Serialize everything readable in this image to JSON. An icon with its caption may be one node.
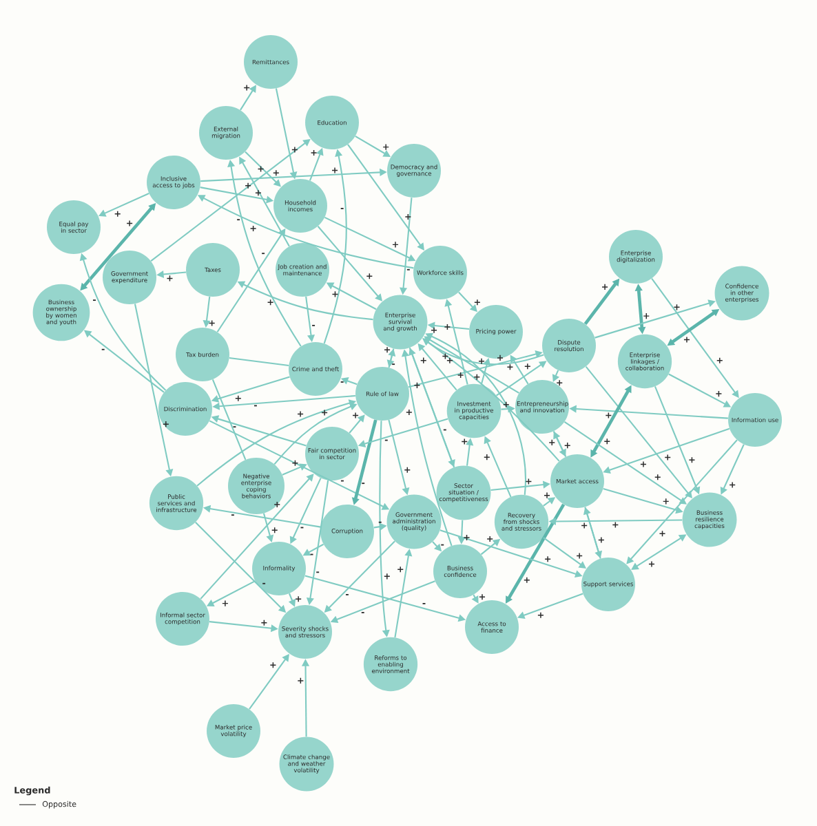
{
  "diagram": {
    "nodes": [
      {
        "text": [
          "Remittances"
        ]
      },
      {
        "text": [
          "External migration"
        ]
      },
      {
        "text": [
          "Education"
        ]
      },
      {
        "text": [
          "Democracy and governance"
        ]
      },
      {
        "text": [
          "Inclusive access to jobs"
        ]
      },
      {
        "text": [
          "Household incomes"
        ]
      },
      {
        "text": [
          "Equal pay in sector"
        ]
      },
      {
        "text": [
          "Government expenditure"
        ]
      },
      {
        "text": [
          "Taxes"
        ]
      },
      {
        "text": [
          "Job creation and maintenance"
        ]
      },
      {
        "text": [
          "Workforce skills"
        ]
      },
      {
        "text": [
          "Enterprise digitalization"
        ]
      },
      {
        "text": [
          "Confidence in other enterprises"
        ]
      },
      {
        "text": [
          "Business ownership by women and youth"
        ]
      },
      {
        "text": [
          "Enterprise survival and growth"
        ]
      },
      {
        "text": [
          "Pricing power"
        ]
      },
      {
        "text": [
          "Tax burden"
        ]
      },
      {
        "text": [
          "Crime and theft"
        ]
      },
      {
        "text": [
          "Dispute resolution"
        ]
      },
      {
        "text": [
          "Enterprise linkages / collaboration"
        ]
      },
      {
        "text": [
          "Rule of law"
        ]
      },
      {
        "text": [
          "Discrimination"
        ]
      },
      {
        "text": [
          "Investment in productive capacities"
        ]
      },
      {
        "text": [
          "Entrepreneurship and innovation"
        ]
      },
      {
        "text": [
          "Information use"
        ]
      },
      {
        "text": [
          "Fair competition in sector"
        ]
      },
      {
        "text": [
          "Negative enterprise coping behaviors"
        ]
      },
      {
        "text": [
          "Public services and infrastructure"
        ]
      },
      {
        "text": [
          "Sector situation / competitiveness"
        ]
      },
      {
        "text": [
          "Market access"
        ]
      },
      {
        "text": [
          "Government administration (quality)"
        ]
      },
      {
        "text": [
          "Corruption"
        ]
      },
      {
        "text": [
          "Recovery from shocks and stressors"
        ]
      },
      {
        "text": [
          "Business resilience capacities"
        ]
      },
      {
        "text": [
          "Informality"
        ]
      },
      {
        "text": [
          "Business confidence"
        ]
      },
      {
        "text": [
          "Support services"
        ]
      },
      {
        "text": [
          "Informal sector competition"
        ]
      },
      {
        "text": [
          "Severity shocks and stressors"
        ]
      },
      {
        "text": [
          "Access to finance"
        ]
      },
      {
        "text": [
          "Reforms to enabling environment"
        ]
      },
      {
        "text": [
          "Market price volatility"
        ]
      },
      {
        "text": [
          "Climate change and weather volatility"
        ]
      }
    ],
    "edges": [
      {
        "from": 1,
        "to": 0,
        "arrow": "to",
        "label": "+"
      },
      {
        "from": 0,
        "to": 5,
        "arrow": "to",
        "label": "+"
      },
      {
        "from": 1,
        "to": 5,
        "arrow": "to",
        "label": "+"
      },
      {
        "from": 7,
        "to": 2,
        "arrow": "to",
        "label": "+"
      },
      {
        "from": 5,
        "to": 2,
        "arrow": "to",
        "label": "+"
      },
      {
        "from": 17,
        "to": 2,
        "arrow": "to",
        "label": "-"
      },
      {
        "from": 2,
        "to": 3,
        "arrow": "to",
        "label": "+"
      },
      {
        "from": 2,
        "to": 10,
        "arrow": "to",
        "label": "+"
      },
      {
        "from": 4,
        "to": 3,
        "arrow": "to",
        "label": "+"
      },
      {
        "from": 4,
        "to": 6,
        "arrow": "to",
        "label": "+"
      },
      {
        "from": 4,
        "to": 5,
        "arrow": "to",
        "label": "+"
      },
      {
        "from": 10,
        "to": 4,
        "arrow": "to",
        "label": "+"
      },
      {
        "from": 13,
        "to": 4,
        "arrow": "both",
        "label": "+",
        "style": "thick",
        "color": "#5bb5ab"
      },
      {
        "from": 21,
        "to": 6,
        "arrow": "to",
        "label": "-"
      },
      {
        "from": 21,
        "to": 13,
        "arrow": "to",
        "label": "-"
      },
      {
        "from": 8,
        "to": 7,
        "arrow": "to",
        "label": "+"
      },
      {
        "from": 8,
        "to": 16,
        "arrow": "to",
        "label": "+"
      },
      {
        "from": 7,
        "to": 27,
        "arrow": "to",
        "label": "+"
      },
      {
        "from": 9,
        "to": 1,
        "arrow": "to",
        "label": "+"
      },
      {
        "from": 17,
        "to": 1,
        "arrow": "to",
        "label": "-"
      },
      {
        "from": 16,
        "to": 5,
        "arrow": "to",
        "label": "-"
      },
      {
        "from": 14,
        "to": 8,
        "arrow": "to",
        "label": "+"
      },
      {
        "from": 14,
        "to": 9,
        "arrow": "to",
        "label": "+"
      },
      {
        "from": 5,
        "to": 14,
        "arrow": "to",
        "label": "+"
      },
      {
        "from": 5,
        "to": 10,
        "arrow": "to",
        "label": "+"
      },
      {
        "from": 3,
        "to": 14,
        "arrow": "to",
        "label": "-"
      },
      {
        "from": 9,
        "to": 17,
        "arrow": "to",
        "label": "-"
      },
      {
        "from": 15,
        "to": 14,
        "arrow": "to",
        "label": "+"
      },
      {
        "from": 22,
        "to": 10,
        "arrow": "to",
        "label": "+"
      },
      {
        "from": 10,
        "to": 15,
        "arrow": "to",
        "label": "+"
      },
      {
        "from": 20,
        "to": 14,
        "arrow": "to",
        "label": "+"
      },
      {
        "from": 14,
        "to": 20,
        "arrow": "to",
        "label": "-"
      },
      {
        "from": 14,
        "to": 28,
        "arrow": "to",
        "label": "-"
      },
      {
        "from": 17,
        "to": 21,
        "arrow": "to",
        "label": "+"
      },
      {
        "from": 20,
        "to": 21,
        "arrow": "to",
        "label": "-"
      },
      {
        "from": 20,
        "to": 17,
        "arrow": "to",
        "label": "-"
      },
      {
        "from": 16,
        "to": 17,
        "arrow": "none"
      },
      {
        "from": 16,
        "to": 26,
        "arrow": "none"
      },
      {
        "from": 25,
        "to": 21,
        "arrow": "to",
        "label": "-"
      },
      {
        "from": 21,
        "to": 30,
        "arrow": "to",
        "label": "-"
      },
      {
        "from": 25,
        "to": 20,
        "arrow": "to",
        "label": "+"
      },
      {
        "from": 26,
        "to": 25,
        "arrow": "to",
        "label": "+"
      },
      {
        "from": 26,
        "to": 20,
        "arrow": "to",
        "label": "+"
      },
      {
        "from": 20,
        "to": 31,
        "arrow": "to",
        "label": "-",
        "style": "thick",
        "color": "#5bb5ab"
      },
      {
        "from": 20,
        "to": 30,
        "arrow": "to",
        "label": "+"
      },
      {
        "from": 20,
        "to": 40,
        "arrow": "to",
        "label": "+"
      },
      {
        "from": 40,
        "to": 30,
        "arrow": "to",
        "label": "+"
      },
      {
        "from": 31,
        "to": 30,
        "arrow": "to",
        "label": "-"
      },
      {
        "from": 31,
        "to": 27,
        "arrow": "to",
        "label": "-"
      },
      {
        "from": 31,
        "to": 34,
        "arrow": "to",
        "label": "-"
      },
      {
        "from": 34,
        "to": 37,
        "arrow": "to",
        "label": "+"
      },
      {
        "from": 34,
        "to": 38,
        "arrow": "to",
        "label": "+"
      },
      {
        "from": 34,
        "to": 39,
        "arrow": "to",
        "label": "-"
      },
      {
        "from": 37,
        "to": 38,
        "arrow": "to",
        "label": "+"
      },
      {
        "from": 41,
        "to": 38,
        "arrow": "to",
        "label": "+"
      },
      {
        "from": 42,
        "to": 38,
        "arrow": "to",
        "label": "+"
      },
      {
        "from": 27,
        "to": 38,
        "arrow": "to",
        "label": "-"
      },
      {
        "from": 26,
        "to": 34,
        "arrow": "to",
        "label": "+"
      },
      {
        "from": 25,
        "to": 34,
        "arrow": "to",
        "label": "-"
      },
      {
        "from": 27,
        "to": 20,
        "arrow": "to",
        "label": "+"
      },
      {
        "from": 37,
        "to": 25,
        "arrow": "to",
        "label": "+"
      },
      {
        "from": 30,
        "to": 38,
        "arrow": "to",
        "label": "-"
      },
      {
        "from": 25,
        "to": 38,
        "arrow": "to",
        "label": "-"
      },
      {
        "from": 22,
        "to": 25,
        "arrow": "to",
        "label": "-"
      },
      {
        "from": 20,
        "to": 18,
        "arrow": "to",
        "label": "+"
      },
      {
        "from": 28,
        "to": 29,
        "arrow": "to",
        "label": "+"
      },
      {
        "from": 28,
        "to": 35,
        "arrow": "to",
        "label": "+"
      },
      {
        "from": 30,
        "to": 35,
        "arrow": "to",
        "label": "-"
      },
      {
        "from": 35,
        "to": 39,
        "arrow": "to",
        "label": "+"
      },
      {
        "from": 35,
        "to": 32,
        "arrow": "to",
        "label": "+"
      },
      {
        "from": 36,
        "to": 39,
        "arrow": "to",
        "label": "+"
      },
      {
        "from": 29,
        "to": 39,
        "arrow": "to",
        "label": "+",
        "style": "thick",
        "color": "#5bb5ab"
      },
      {
        "from": 29,
        "to": 36,
        "arrow": "to",
        "label": "+"
      },
      {
        "from": 36,
        "to": 29,
        "arrow": "to",
        "label": "+"
      },
      {
        "from": 32,
        "to": 36,
        "arrow": "to",
        "label": "+"
      },
      {
        "from": 30,
        "to": 36,
        "arrow": "to",
        "label": "+"
      },
      {
        "from": 33,
        "to": 36,
        "arrow": "both",
        "label": "+"
      },
      {
        "from": 33,
        "to": 32,
        "arrow": "to",
        "label": "+"
      },
      {
        "from": 29,
        "to": 33,
        "arrow": "to",
        "label": "+"
      },
      {
        "from": 18,
        "to": 33,
        "arrow": "to",
        "label": "+"
      },
      {
        "from": 19,
        "to": 33,
        "arrow": "to",
        "label": "+"
      },
      {
        "from": 24,
        "to": 33,
        "arrow": "to",
        "label": "+"
      },
      {
        "from": 24,
        "to": 29,
        "arrow": "to",
        "label": "+"
      },
      {
        "from": 24,
        "to": 36,
        "arrow": "to",
        "label": "+"
      },
      {
        "from": 24,
        "to": 23,
        "arrow": "to",
        "label": "+"
      },
      {
        "from": 19,
        "to": 24,
        "arrow": "to",
        "label": "+"
      },
      {
        "from": 11,
        "to": 24,
        "arrow": "to",
        "label": "+"
      },
      {
        "from": 11,
        "to": 19,
        "arrow": "both",
        "label": "+",
        "style": "thick",
        "color": "#5bb5ab"
      },
      {
        "from": 12,
        "to": 19,
        "arrow": "both",
        "label": "+",
        "style": "thick",
        "color": "#5bb5ab"
      },
      {
        "from": 18,
        "to": 11,
        "arrow": "to",
        "label": "+",
        "style": "thick",
        "color": "#5bb5ab"
      },
      {
        "from": 18,
        "to": 12,
        "arrow": "to",
        "label": "+"
      },
      {
        "from": 18,
        "to": 23,
        "arrow": "to",
        "label": "+"
      },
      {
        "from": 19,
        "to": 29,
        "arrow": "both",
        "label": "+",
        "style": "thick",
        "color": "#5bb5ab"
      },
      {
        "from": 23,
        "to": 29,
        "arrow": "to",
        "label": "+"
      },
      {
        "from": 29,
        "to": 23,
        "arrow": "to",
        "label": "+"
      },
      {
        "from": 23,
        "to": 33,
        "arrow": "to",
        "label": "+"
      },
      {
        "from": 22,
        "to": 23,
        "arrow": "to",
        "label": "+"
      },
      {
        "from": 32,
        "to": 22,
        "arrow": "to",
        "label": "+"
      },
      {
        "from": 28,
        "to": 22,
        "arrow": "to",
        "label": "+"
      },
      {
        "from": 32,
        "to": 29,
        "arrow": "to",
        "label": "+"
      },
      {
        "from": 23,
        "to": 15,
        "arrow": "to",
        "label": "+"
      },
      {
        "from": 22,
        "to": 15,
        "arrow": "to",
        "label": "+"
      },
      {
        "from": 22,
        "to": 18,
        "arrow": "to",
        "label": "+"
      },
      {
        "from": 22,
        "to": 14,
        "arrow": "to",
        "label": "+"
      },
      {
        "from": 23,
        "to": 14,
        "arrow": "to",
        "label": "+"
      },
      {
        "from": 29,
        "to": 14,
        "arrow": "to",
        "label": "+"
      },
      {
        "from": 28,
        "to": 14,
        "arrow": "to",
        "label": "+"
      },
      {
        "from": 32,
        "to": 14,
        "arrow": "to",
        "label": "+"
      },
      {
        "from": 35,
        "to": 14,
        "arrow": "to",
        "label": "+"
      },
      {
        "from": 18,
        "to": 14,
        "arrow": "to",
        "label": "+"
      },
      {
        "from": 35,
        "to": 38,
        "arrow": "to",
        "label": "-"
      }
    ],
    "labels": [
      "Legend"
    ],
    "legend": [
      {
        "text": "Opposite"
      }
    ]
  }
}
